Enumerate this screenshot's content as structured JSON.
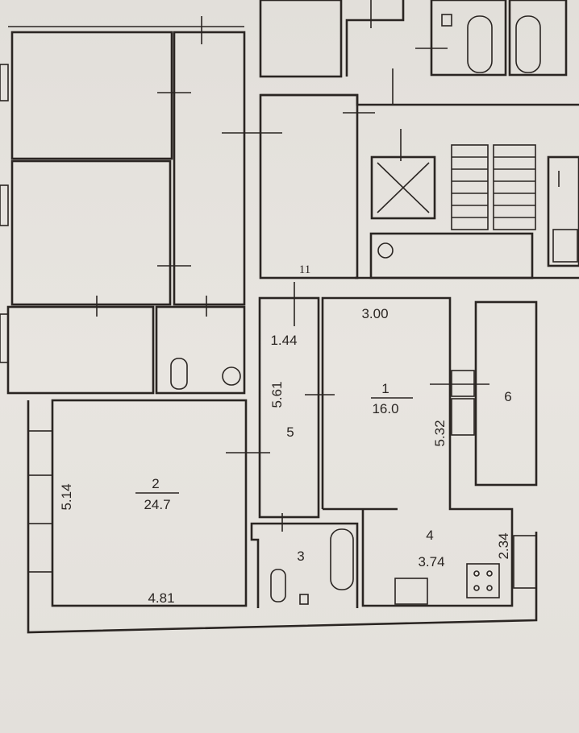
{
  "plan": {
    "rooms": [
      {
        "number": "1",
        "area": "16.0"
      },
      {
        "number": "2",
        "area": "24.7"
      },
      {
        "number": "3"
      },
      {
        "number": "4",
        "area": "3.74"
      },
      {
        "number": "5"
      },
      {
        "number": "6"
      },
      {
        "number": "11"
      }
    ],
    "dimensions": {
      "room1_width": "3.00",
      "room1_length": "5.32",
      "room2_width": "4.81",
      "room2_length": "5.14",
      "room5_width": "1.44",
      "room5_length": "5.61",
      "room4_width": "2.34"
    }
  }
}
